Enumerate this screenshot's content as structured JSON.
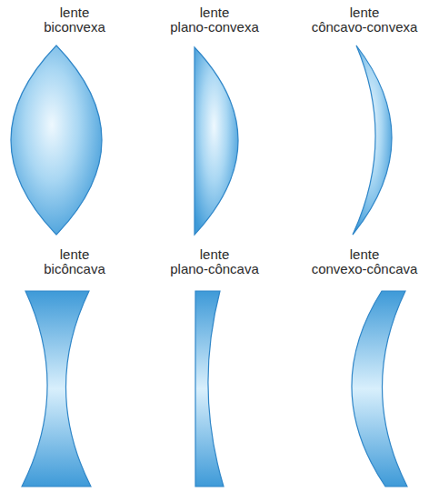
{
  "diagram": {
    "nodes": [
      {
        "text": [
          "lente biconvexa"
        ]
      },
      {
        "text": [
          "lente plano-convexa"
        ]
      },
      {
        "text": [
          "lente côncavo-convexa"
        ]
      },
      {
        "text": [
          "lente bicôncava"
        ]
      },
      {
        "text": [
          "lente plano-côncava"
        ]
      },
      {
        "text": [
          "lente convexo-côncava"
        ]
      }
    ]
  }
}
